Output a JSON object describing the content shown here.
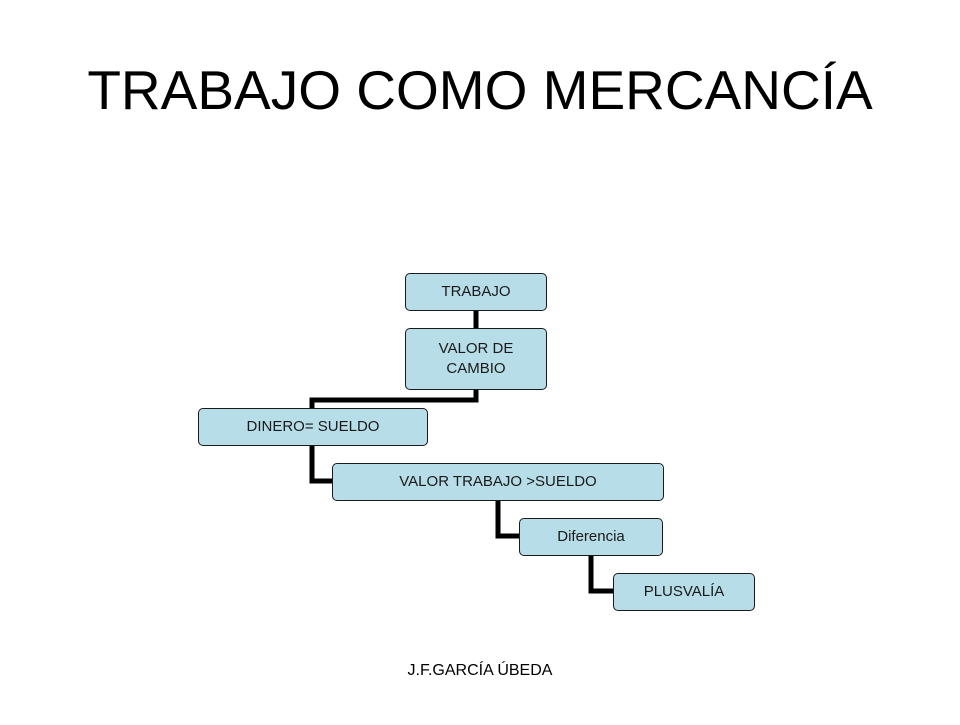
{
  "title": "TRABAJO COMO MERCANCÍA",
  "footer": "J.F.GARCÍA ÚBEDA",
  "colors": {
    "node_fill": "#b7dde8",
    "node_border": "#1a1a1a",
    "connector": "#000000",
    "text": "#1a1a1a"
  },
  "hierarchy": {
    "nodes": [
      {
        "id": "trabajo",
        "label": "TRABAJO",
        "parent": null
      },
      {
        "id": "valor-de-cambio",
        "label": "VALOR DE CAMBIO",
        "parent": "trabajo"
      },
      {
        "id": "dinero-sueldo",
        "label": "DINERO= SUELDO",
        "parent": "valor-de-cambio"
      },
      {
        "id": "valor-trabajo",
        "label": "VALOR TRABAJO >SUELDO",
        "parent": "dinero-sueldo"
      },
      {
        "id": "diferencia",
        "label": "Diferencia",
        "parent": "valor-trabajo"
      },
      {
        "id": "plusvalia",
        "label": "PLUSVALÍA",
        "parent": "diferencia"
      }
    ]
  }
}
